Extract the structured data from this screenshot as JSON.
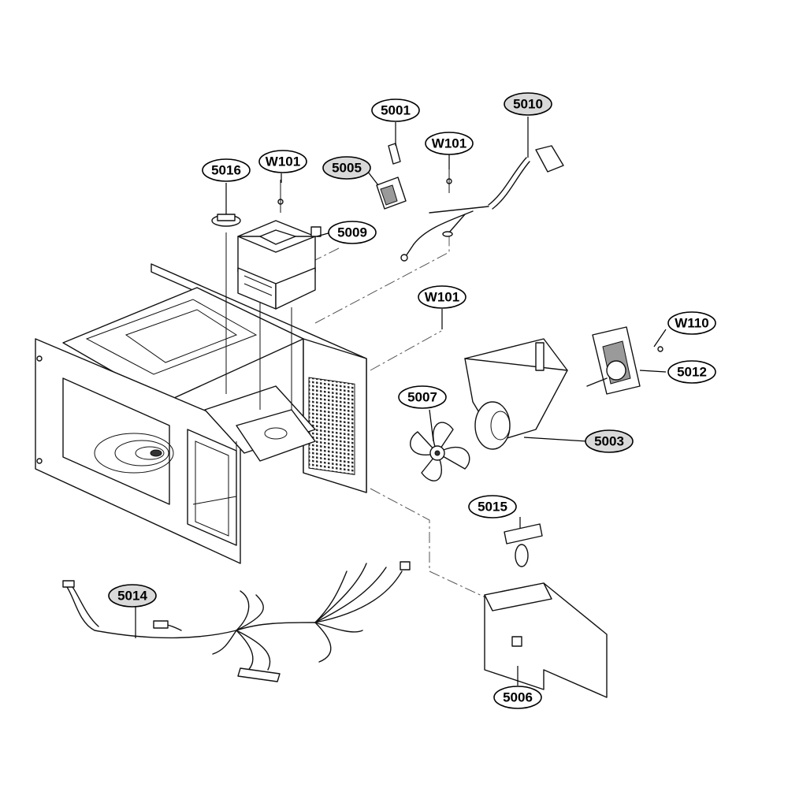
{
  "labels": {
    "5001": "5001",
    "5010": "5010",
    "W101_a": "W101",
    "W101_b": "W101",
    "W101_c": "W101",
    "5016": "5016",
    "5005": "5005",
    "5009": "5009",
    "W110": "W110",
    "5012": "5012",
    "5007": "5007",
    "5003": "5003",
    "5015": "5015",
    "5014": "5014",
    "5006": "5006"
  },
  "colors": {
    "line": "#111111",
    "highlight_label_fill": "#d9d9d9",
    "background": "#ffffff"
  }
}
